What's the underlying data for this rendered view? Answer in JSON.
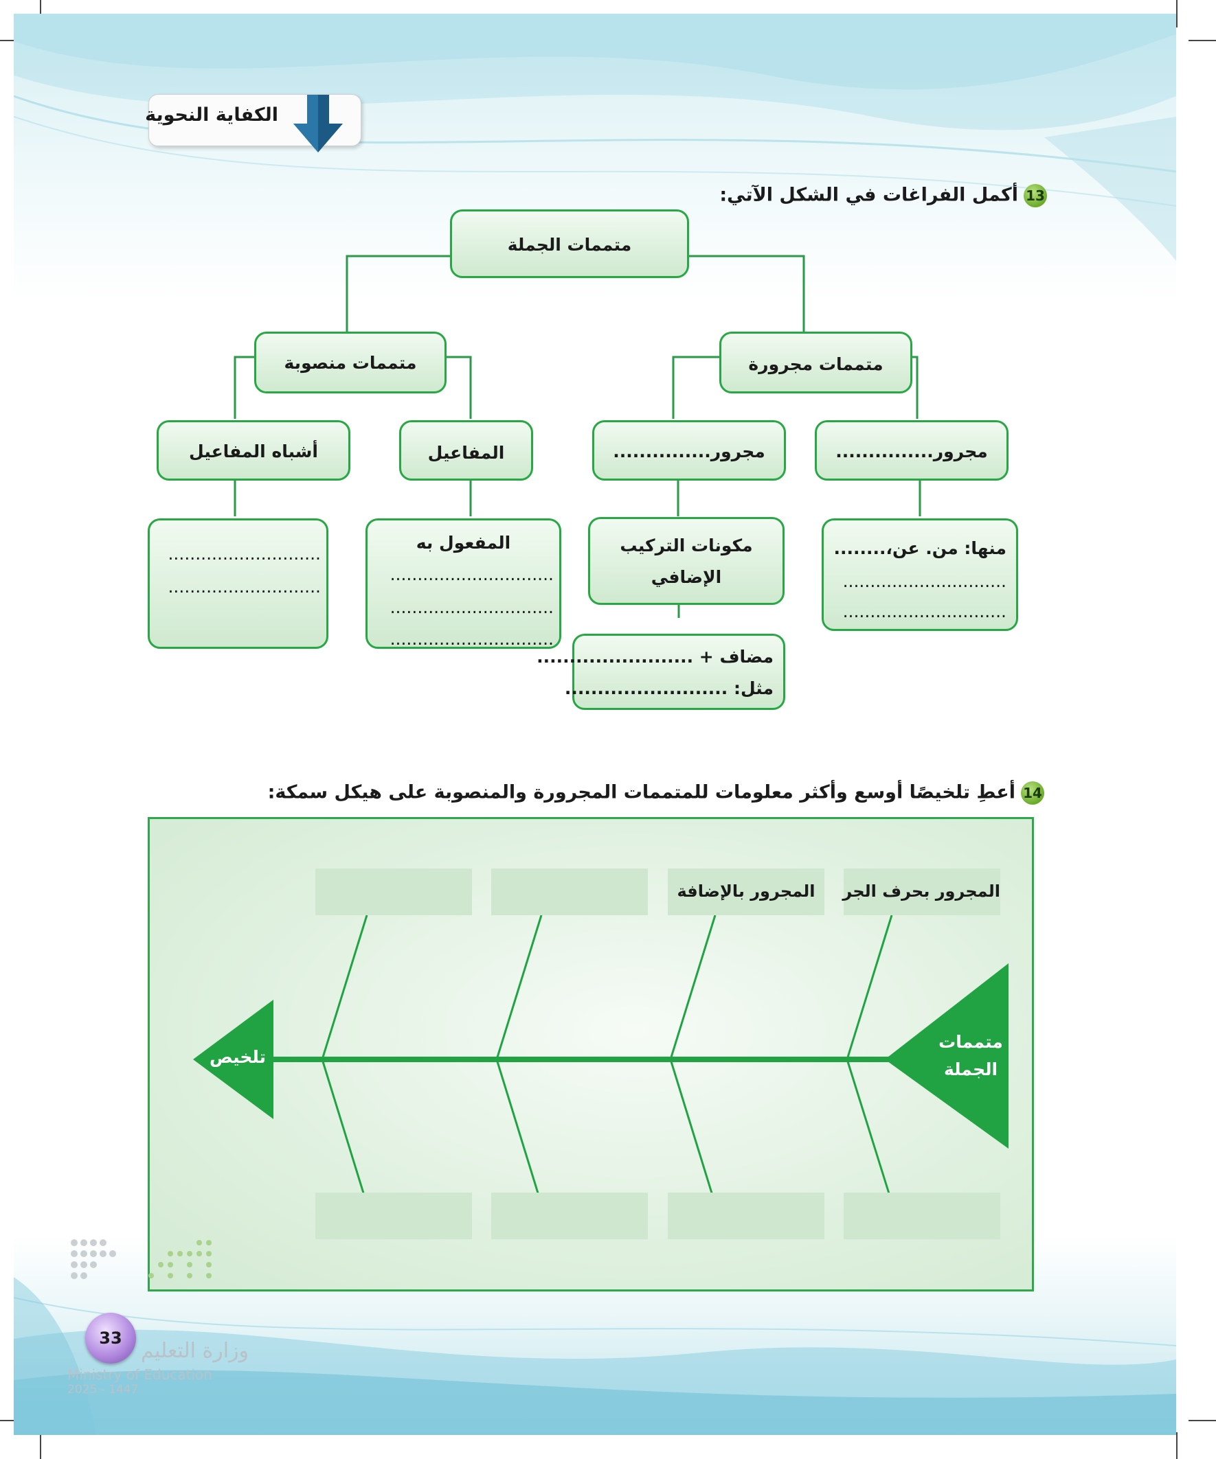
{
  "header": {
    "title": "الكفاية النحوية",
    "icon": "down-arrow-icon"
  },
  "q13": {
    "number": "13",
    "text": "أكمل الفراغات في الشكل الآتي:",
    "root": "متممات الجملة",
    "majrura": "متممات مجرورة",
    "mansuba": "متممات منصوبة",
    "majrur1": "مجرور...............",
    "majrur2": "مجرور...............",
    "mafaeel": "المفاعيل",
    "ashbah": "أشباه المفاعيل",
    "minha": "منها: من. عن،........",
    "dots1": "..............................",
    "dots2": "..............................",
    "mukawwinat": "مكونات التركيب",
    "idafi": "الإضافي",
    "mudaf": "مضاف + ........................",
    "mithal": "مثل: .........................",
    "mafool": "المفعول به",
    "mafool_dots1": "..............................",
    "mafool_dots2": "..............................",
    "mafool_dots3": "..............................",
    "ashbah_dots1": "............................",
    "ashbah_dots2": "............................"
  },
  "q14": {
    "number": "14",
    "text": "أعطِ تلخيصًا أوسع وأكثر معلومات للمتممات المجرورة والمنصوبة على هيكل سمكة:",
    "head": "متممات",
    "head2": "الجملة",
    "tail": "تلخيص",
    "top_labels": [
      "المجرور بحرف الجر",
      "المجرور بالإضافة",
      "",
      ""
    ],
    "bottom_labels": [
      "",
      "",
      "",
      ""
    ]
  },
  "footer": {
    "page_number": "33",
    "ministry_ar": "وزارة التعليم",
    "ministry_en": "Ministry of Education",
    "year": "2025 - 1447"
  },
  "colors": {
    "green": "#21a344",
    "box_fill": "#d8eed8",
    "slot": "#cfe6cf",
    "accent_blue": "#1b5e86"
  }
}
